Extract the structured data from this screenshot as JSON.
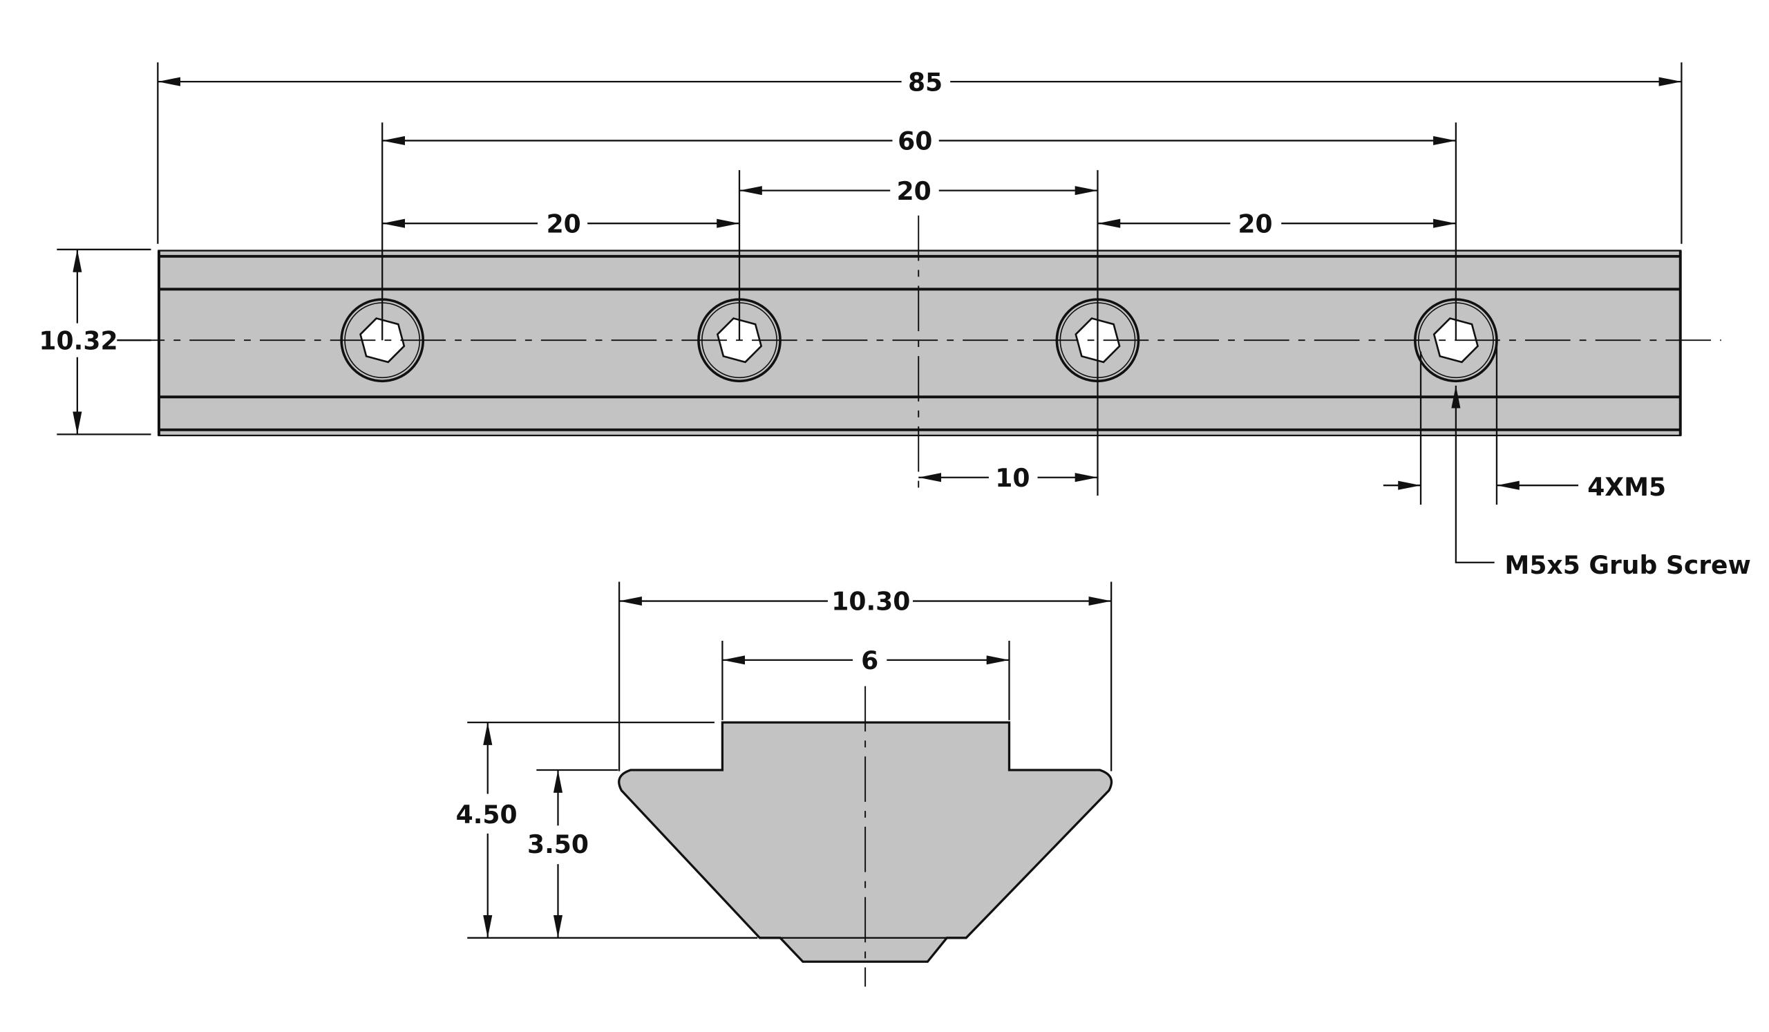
{
  "colors": {
    "part_fill": "#c3c3c3",
    "line": "#111111",
    "background": "#ffffff"
  },
  "top_view": {
    "overall_length": "85",
    "hole_span": "60",
    "pitch_left": "20",
    "pitch_middle": "20",
    "pitch_right": "20",
    "center_offset": "10",
    "height": "10.32",
    "hole_callout": "4XM5",
    "screw_callout": "M5x5 Grub Screw"
  },
  "profile_view": {
    "base_width": "10.30",
    "neck_width": "6",
    "total_height": "4.50",
    "base_height": "3.50"
  }
}
